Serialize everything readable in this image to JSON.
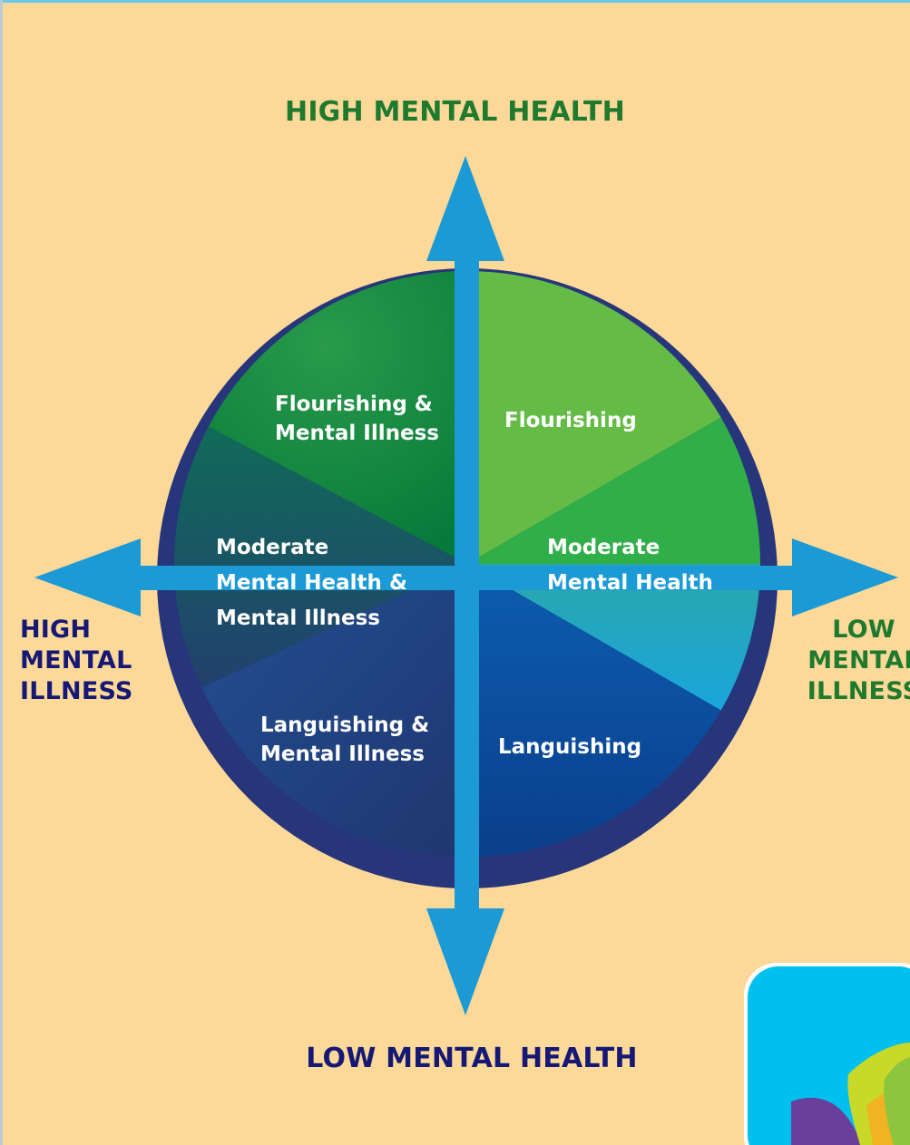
{
  "axes": {
    "top": "HIGH MENTAL HEALTH",
    "bottom": "LOW MENTAL HEALTH",
    "left": [
      "HIGH",
      "MENTAL",
      "ILLNESS"
    ],
    "right": [
      "LOW",
      "MENTAL",
      "ILLNESS"
    ]
  },
  "quadrants": {
    "flourishing_mental_illness": [
      "Flourishing &",
      "Mental Illness"
    ],
    "flourishing": [
      "Flourishing"
    ],
    "moderate_mental_health_mental_illness": [
      "Moderate",
      "Mental Health &",
      "Mental Illness"
    ],
    "moderate_mental_health": [
      "Moderate",
      "Mental Health"
    ],
    "languishing_mental_illness": [
      "Languishing &",
      "Mental Illness"
    ],
    "languishing": [
      "Languishing"
    ]
  },
  "colors": {
    "background": "#fcd899",
    "arrow": "#1b9ad6",
    "ring": "#27357a",
    "axis_green": "#1f7a2e",
    "axis_navy": "#151975",
    "flourishing": "#64bb46",
    "moderate_upper": "#2fae49",
    "moderate_lower": "#1ba6d8",
    "languishing": "#0d4f9f",
    "flourishing_mental_illness": "#0b7a3c",
    "moderate_mental_illness": "#1f5e73",
    "languishing_mental_illness": "#213a78",
    "logo_tile": "#00c0ef"
  }
}
